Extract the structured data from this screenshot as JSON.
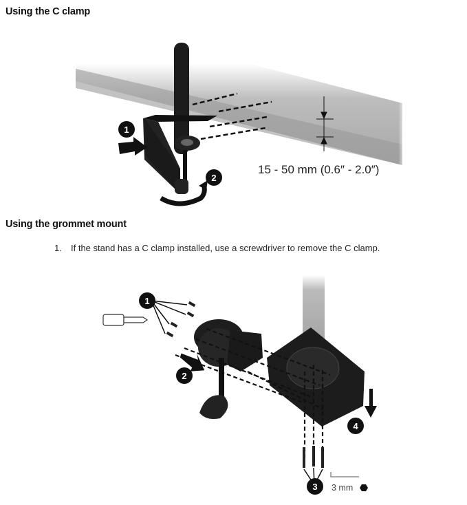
{
  "sections": [
    {
      "heading": "Using the C clamp",
      "figure": {
        "callouts": [
          "1",
          "2"
        ],
        "dimension_label": "15 - 50 mm (0.6″ - 2.0″)"
      }
    },
    {
      "heading": "Using the grommet mount",
      "steps": [
        {
          "number": "1.",
          "text": "If the stand has a C clamp installed, use a screwdriver to remove the C clamp."
        }
      ],
      "figure": {
        "callouts": [
          "1",
          "2",
          "3",
          "4"
        ],
        "tool_label": "3 mm"
      }
    }
  ]
}
